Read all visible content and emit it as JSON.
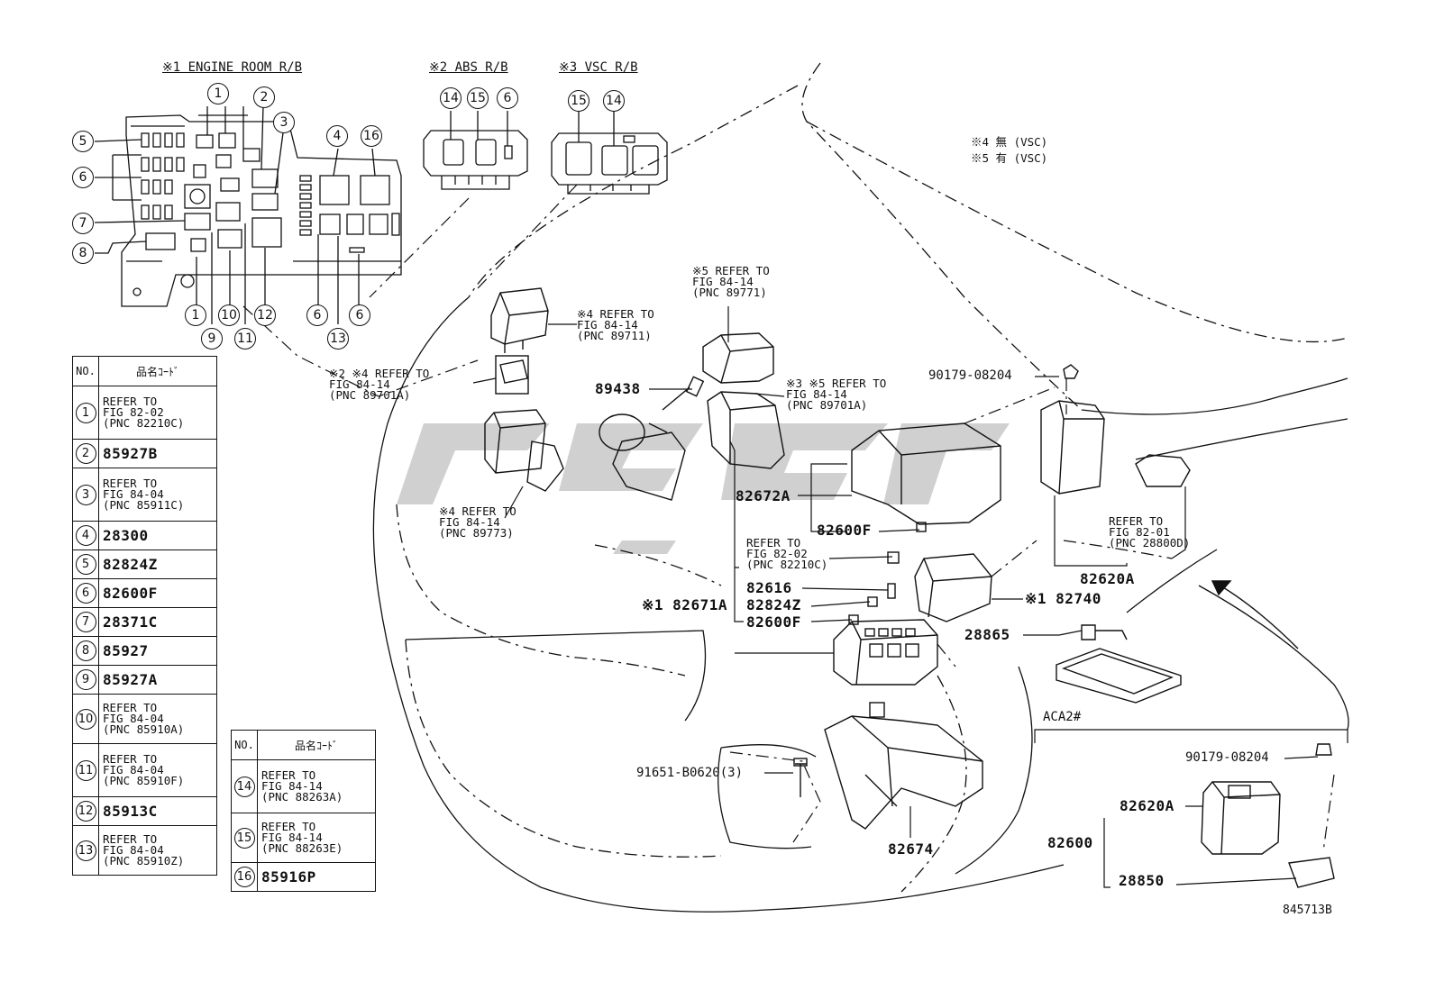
{
  "insets": {
    "engine_room": "※1 ENGINE ROOM R/B",
    "abs": "※2 ABS R/B",
    "vsc": "※3 VSC R/B"
  },
  "notes": {
    "n4": "※4 無 (VSC)",
    "n5": "※5 有 (VSC)"
  },
  "callouts": {
    "c1": "1",
    "c2": "2",
    "c3": "3",
    "c4": "4",
    "c5": "5",
    "c6": "6",
    "c7": "7",
    "c8": "8",
    "c9": "9",
    "c10": "10",
    "c11": "11",
    "c12": "12",
    "c13": "13",
    "c14": "14",
    "c15": "15",
    "c16": "16"
  },
  "labels": {
    "ref_5_89771": "※5 REFER TO\nFIG 84-14\n(PNC 89771)",
    "ref_4_89711": "※4 REFER TO\nFIG 84-14\n(PNC 89711)",
    "ref_24_89701A": "※2 ※4 REFER TO\nFIG 84-14\n(PNC 89701A)",
    "ref_35_89701A": "※3 ※5 REFER TO\nFIG 84-14\n(PNC 89701A)",
    "ref_4_89773": "※4 REFER TO\nFIG 84-14\n(PNC 89773)",
    "ref_82210C": "REFER TO\nFIG 82-02\n(PNC 82210C)",
    "ref_28800D": "REFER TO\nFIG 82-01\n(PNC 28800D)",
    "p89438": "89438",
    "p90179_top": "90179-08204",
    "p82672A": "82672A",
    "p82600F_a": "82600F",
    "p82616": "82616",
    "p82671A": "※1 82671A",
    "p82824Z": "82824Z",
    "p82600F_b": "82600F",
    "p82740": "※1 82740",
    "p28865": "28865",
    "p82620A_top": "82620A",
    "p91651": "91651-B0620(3)",
    "p82674": "82674",
    "aca2": "ACA2#",
    "p90179_aca": "90179-08204",
    "p82620A_aca": "82620A",
    "p82600": "82600",
    "p28850": "28850",
    "diagram_id": "845713B"
  },
  "table_left": {
    "header": [
      "NO.",
      "品名ｺｰﾄﾞ"
    ],
    "rows": [
      {
        "no": "1",
        "name": "REFER TO\nFIG 82-02\n(PNC 82210C)"
      },
      {
        "no": "2",
        "name": "85927B"
      },
      {
        "no": "3",
        "name": "REFER TO\nFIG 84-04\n(PNC 85911C)"
      },
      {
        "no": "4",
        "name": "28300"
      },
      {
        "no": "5",
        "name": "82824Z"
      },
      {
        "no": "6",
        "name": "82600F"
      },
      {
        "no": "7",
        "name": "28371C"
      },
      {
        "no": "8",
        "name": "85927"
      },
      {
        "no": "9",
        "name": "85927A"
      },
      {
        "no": "10",
        "name": "REFER TO\nFIG 84-04\n(PNC 85910A)"
      },
      {
        "no": "11",
        "name": "REFER TO\nFIG 84-04\n(PNC 85910F)"
      },
      {
        "no": "12",
        "name": "85913C"
      },
      {
        "no": "13",
        "name": "REFER TO\nFIG 84-04\n(PNC 85910Z)"
      }
    ]
  },
  "table_right": {
    "header": [
      "NO.",
      "品名ｺｰﾄﾞ"
    ],
    "rows": [
      {
        "no": "14",
        "name": "REFER TO\nFIG 84-14\n(PNC 88263A)"
      },
      {
        "no": "15",
        "name": "REFER TO\nFIG 84-14\n(PNC 88263E)"
      },
      {
        "no": "16",
        "name": "85916P"
      }
    ]
  },
  "colors": {
    "ink": "#111111",
    "watermark": "#c8c8c8"
  }
}
